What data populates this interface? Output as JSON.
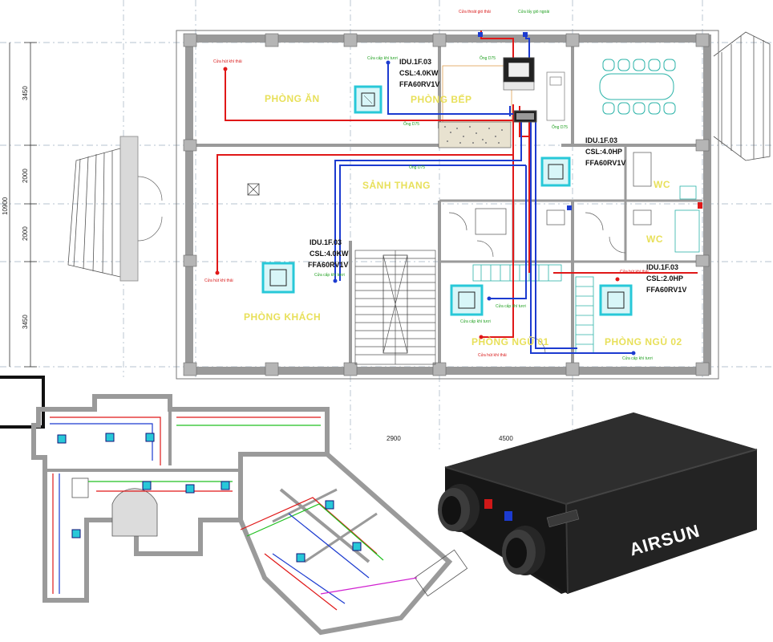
{
  "rooms": {
    "dining": "PHÒNG ĂN",
    "kitchen": "PHÒNG BẾP",
    "stair_hall": "SẢNH THANG",
    "living": "PHÒNG KHÁCH",
    "bedroom_01": "PHÒNG NGỦ 01",
    "bedroom_02": "PHÒNG NGỦ 02",
    "wc_1": "WC",
    "wc_2": "WC"
  },
  "units": {
    "kitchen": [
      "IDU.1F.03",
      "CSL:4.0KW",
      "FFA60RV1V"
    ],
    "right": [
      "IDU.1F.03",
      "CSL:4.0HP",
      "FFA60RV1V"
    ],
    "living": [
      "IDU.1F.03",
      "CSL:4.0KW",
      "FFA60RV1V"
    ],
    "bedroom_02": [
      "IDU.1F.03",
      "CSL:2.0HP",
      "FFA60RV1V"
    ]
  },
  "notes": {
    "exhaust_outlet": "Cửa thoát gió thải",
    "fresh_intake": "Cửa lấy gió ngoài",
    "exhaust_grille": "Cửa hút khí thải",
    "supply_grille": "Cửa cấp khí tươi",
    "duct_d75": "Ống D75"
  },
  "dimensions": {
    "left": [
      "3450",
      "2000",
      "2000",
      "3450"
    ],
    "total": "10900",
    "bottom": [
      "2900",
      "4500"
    ]
  },
  "product": {
    "brand": "AIRSUN"
  },
  "colors": {
    "wall": "#9a9a9a",
    "exhaust_duct": "#e01818",
    "supply_duct": "#1c3bd0",
    "indoor_unit": "#28c8d8",
    "room_label": "#e8e05a",
    "device_body": "#2a2a2a"
  }
}
